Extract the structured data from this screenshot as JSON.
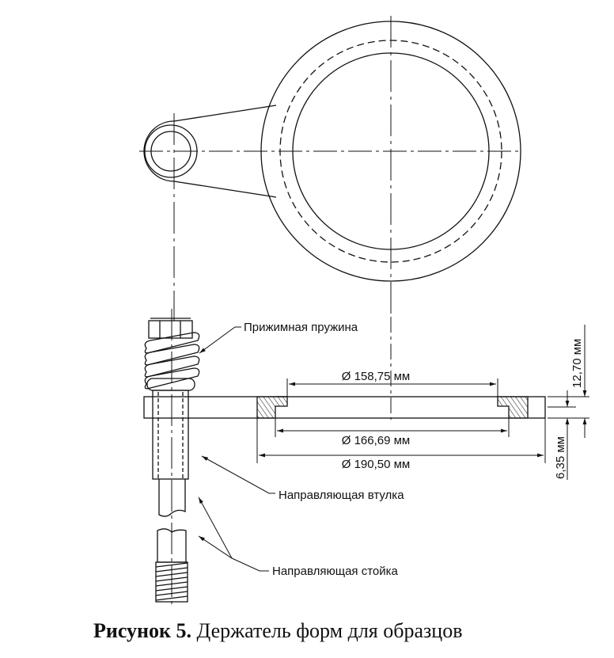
{
  "figure": {
    "caption_number": "Рисунок 5.",
    "caption_text": " Держатель форм для образцов"
  },
  "labels": {
    "spring": "Прижимная пружина",
    "bushing": "Направляющая втулка",
    "post": "Направляющая стойка"
  },
  "dimensions": {
    "inner_diameter": "Ø 158,75 мм",
    "middle_diameter": "Ø 166,69 мм",
    "outer_diameter": "Ø 190,50 мм",
    "total_thickness": "12,70 мм",
    "step_depth": "6,35 мм"
  }
}
